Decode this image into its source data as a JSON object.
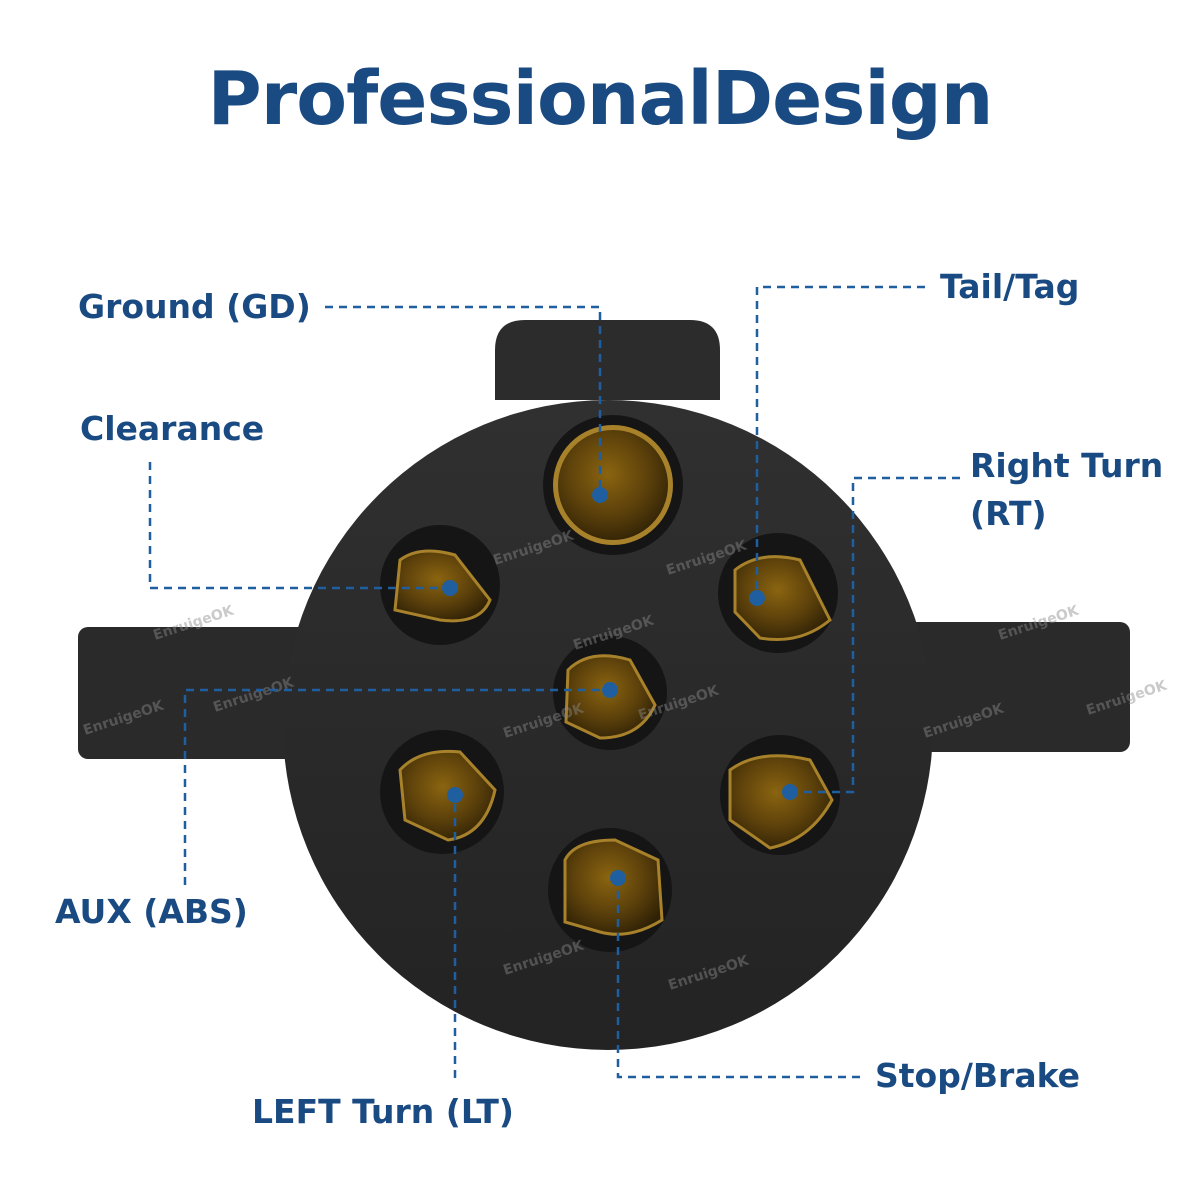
{
  "title": "ProfessionalDesign",
  "watermark": "EnruigeOK",
  "colors": {
    "title": "#1a4a82",
    "label": "#1a4a82",
    "leader_line": "#1f5fa0",
    "connector_body": "#2b2b2b",
    "pin_metal": "#a8822a"
  },
  "labels": {
    "ground": "Ground (GD)",
    "clearance": "Clearance",
    "tail_tag": "Tail/Tag",
    "right_turn_line1": "Right Turn",
    "right_turn_line2": "(RT)",
    "aux": "AUX (ABS)",
    "left_turn": "LEFT Turn (LT)",
    "stop_brake": "Stop/Brake"
  }
}
